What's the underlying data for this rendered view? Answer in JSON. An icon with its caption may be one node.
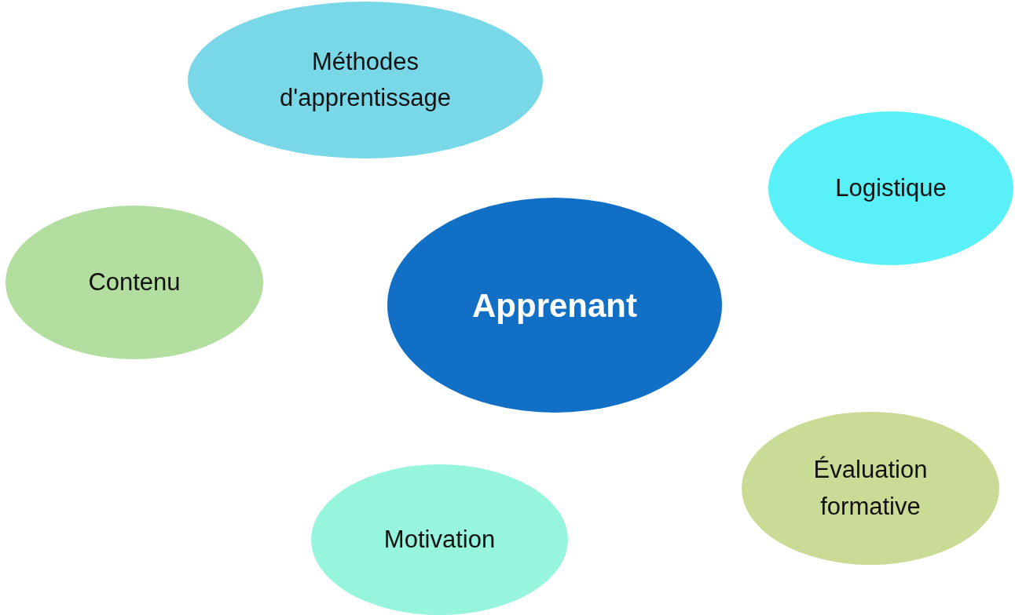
{
  "diagram": {
    "nodes": [
      {
        "text": [
          "Méthodes d'apprentissage"
        ]
      },
      {
        "text": [
          "Logistique"
        ]
      },
      {
        "text": [
          "Contenu"
        ]
      },
      {
        "text": [
          "Apprenant"
        ]
      },
      {
        "text": [
          "Évaluation formative"
        ]
      },
      {
        "text": [
          "Motivation"
        ]
      }
    ]
  }
}
